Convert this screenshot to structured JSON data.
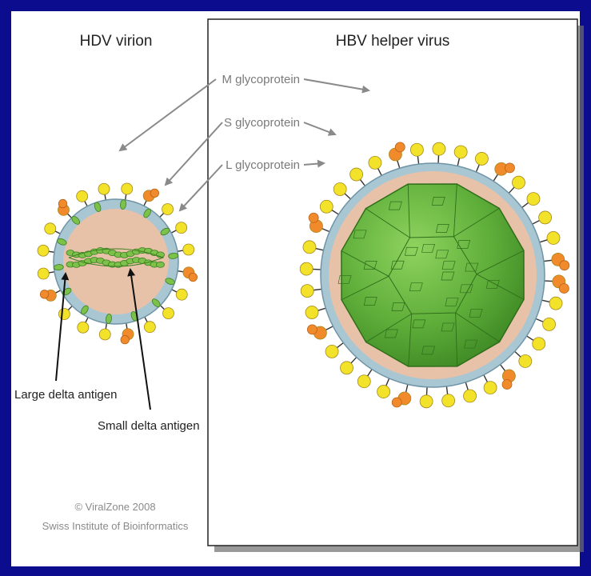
{
  "titles": {
    "hdv": "HDV virion",
    "hbv": "HBV helper virus"
  },
  "labels": {
    "m_glycoprotein": "M glycoprotein",
    "s_glycoprotein": "S glycoprotein",
    "l_glycoprotein": "L glycoprotein",
    "large_delta_antigen": "Large delta antigen",
    "small_delta_antigen": "Small delta antigen"
  },
  "credits": {
    "line1": "© ViralZone 2008",
    "line2": "Swiss Institute of Bioinformatics"
  },
  "colors": {
    "background": "#0c0c8f",
    "panel": "#ffffff",
    "envelope": "#a9c6d3",
    "interior": "#e8c2a8",
    "capsid": "#5fae3a",
    "s_protein": "#f2e22a",
    "l_protein": "#f08a2a",
    "antigen": "#7cc24a",
    "label_text": "#7a7a7a",
    "arrow": "#8a8a8a"
  }
}
